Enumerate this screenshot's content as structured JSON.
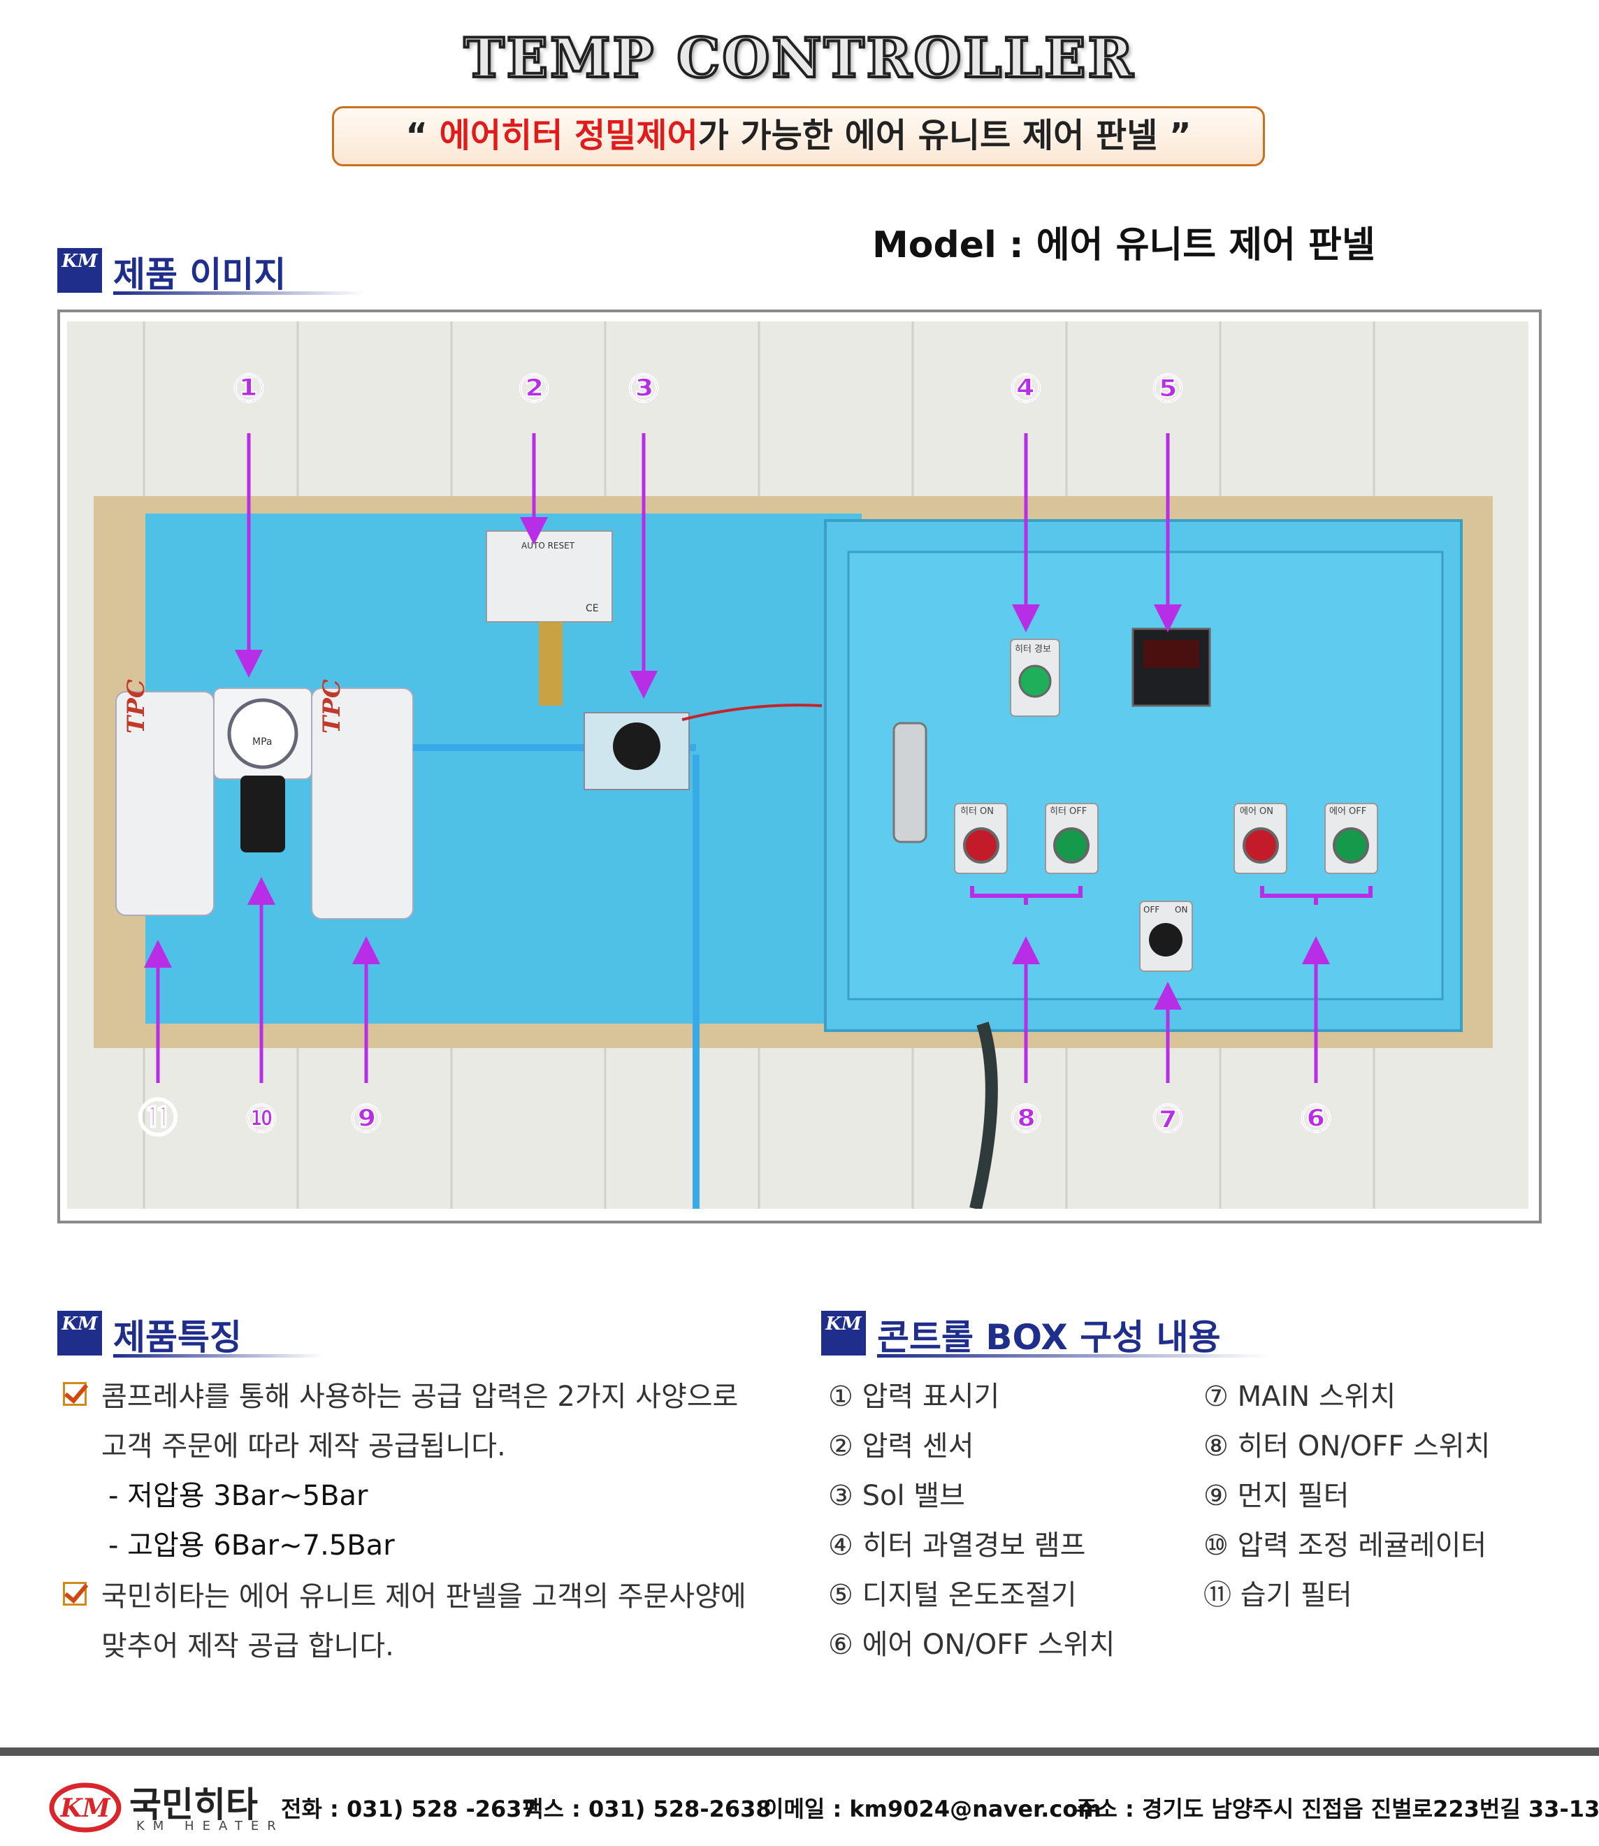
{
  "header": {
    "title": "TEMP CONTROLLER",
    "subtitle_open": "“ ",
    "subtitle_highlight": "에어히터 정밀제어",
    "subtitle_rest": "가 가능한 에어 유니트 제어 판넬 ”",
    "model": "Model : 에어 유니트 제어 판넬"
  },
  "sections": {
    "product_image": "제품 이미지",
    "features": "제품특징",
    "control_box": "콘트롤 BOX 구성 내용"
  },
  "logo_text": "KM",
  "photo": {
    "callouts": [
      "①",
      "②",
      "③",
      "④",
      "⑤",
      "⑥",
      "⑦",
      "⑧",
      "⑨",
      "⑩",
      "⑪"
    ],
    "filter_brand": "TPC",
    "gauge_unit": "MPa",
    "switch_labels": [
      "히터 ON",
      "히터 OFF",
      "에어 ON",
      "에어 OFF",
      "히터 경보"
    ],
    "main_switch_off": "OFF",
    "main_switch_on": "ON",
    "pressure_label": "AUTO RESET",
    "ce_mark": "CE"
  },
  "features": {
    "line1": "콤프레샤를 통해 사용하는 공급 압력은 2가지 사양으로",
    "line2": "고객 주문에 따라 제작 공급됩니다.",
    "low": "- 저압용 3Bar~5Bar",
    "high": "- 고압용 6Bar~7.5Bar",
    "line3": "국민히타는 에어 유니트 제어 판넬을 고객의 주문사양에",
    "line4": "맞추어 제작 공급 합니다."
  },
  "control_items": [
    "① 압력 표시기",
    "② 압력 센서",
    "③ Sol 밸브",
    "④ 히터 과열경보 램프",
    "⑤ 디지털 온도조절기",
    "⑥ 에어 ON/OFF 스위치",
    "⑦ MAIN 스위치",
    "⑧ 히터 ON/OFF 스위치",
    "⑨ 먼지 필터",
    "⑩ 압력 조정 레귤레이터",
    "⑪ 습기 필터"
  ],
  "footer": {
    "company": "국민히타",
    "company_en": "KM HEATER",
    "phone": "전화 : 031) 528 -2637",
    "fax": "팩스 : 031) 528-2638",
    "email": "이메일 : km9024@naver.com",
    "address": "주소 : 경기도 남양주시 진접읍 진벌로223번길 33-13"
  },
  "colors": {
    "accent_navy": "#1f2e8a",
    "highlight_red": "#e01b1b",
    "arrow_purple": "#b82ee6",
    "panel_blue": "#4fc0e6"
  }
}
